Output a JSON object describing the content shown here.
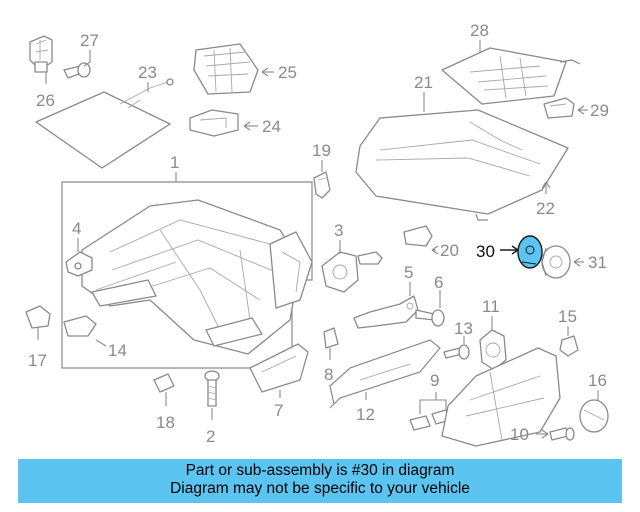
{
  "diagram": {
    "callouts": {
      "c1": "1",
      "c2": "2",
      "c3": "3",
      "c4": "4",
      "c5": "5",
      "c6": "6",
      "c7": "7",
      "c8": "8",
      "c9": "9",
      "c10": "10",
      "c11": "11",
      "c12": "12",
      "c13": "13",
      "c14": "14",
      "c15": "15",
      "c16": "16",
      "c17": "17",
      "c18": "18",
      "c19": "19",
      "c20": "20",
      "c21": "21",
      "c22": "22",
      "c23": "23",
      "c24": "24",
      "c25": "25",
      "c26": "26",
      "c27": "27",
      "c28": "28",
      "c29": "29",
      "c30": "30",
      "c31": "31"
    },
    "highlight_color": "#5bc4f1",
    "line_color": "#8a8a8a"
  },
  "banner": {
    "line1": "Part or sub-assembly is #30 in diagram",
    "line2": "Diagram may not be specific to your vehicle",
    "background": "#5bc4f1"
  }
}
